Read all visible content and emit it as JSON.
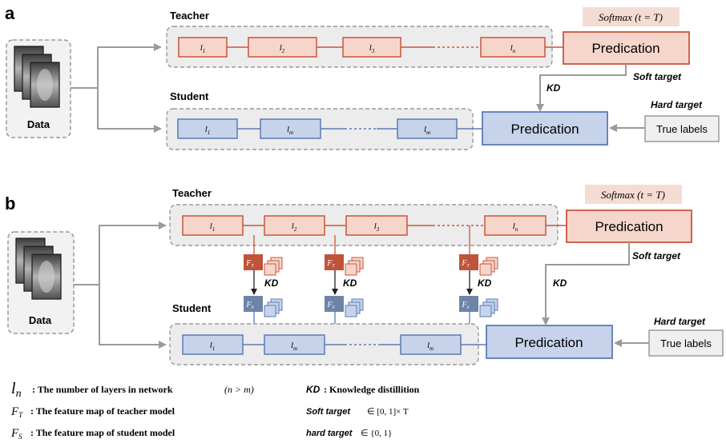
{
  "panel_a": {
    "label": "a",
    "teacher_title": "Teacher",
    "student_title": "Student",
    "data_label": "Data",
    "teacher_layers": [
      {
        "main": "l",
        "sub": "1"
      },
      {
        "main": "l",
        "sub": "2"
      },
      {
        "main": "l",
        "sub": "3"
      },
      {
        "main": "l",
        "sub": "n"
      }
    ],
    "student_layers": [
      {
        "main": "l",
        "sub": "1"
      },
      {
        "main": "l",
        "sub": "m"
      },
      {
        "main": "l",
        "sub": "m"
      }
    ],
    "softmax": "Softmax (t = T)",
    "teacher_prediction": "Predication",
    "student_prediction": "Predication",
    "soft_target": "Soft target",
    "hard_target": "Hard target",
    "kd": "KD",
    "true_labels": "True labels"
  },
  "panel_b": {
    "label": "b",
    "teacher_title": "Teacher",
    "student_title": "Student",
    "data_label": "Data",
    "teacher_layers": [
      {
        "main": "l",
        "sub": "1"
      },
      {
        "main": "l",
        "sub": "2"
      },
      {
        "main": "l",
        "sub": "3"
      },
      {
        "main": "l",
        "sub": "n"
      }
    ],
    "student_layers": [
      {
        "main": "l",
        "sub": "1"
      },
      {
        "main": "l",
        "sub": "m"
      },
      {
        "main": "l",
        "sub": "m"
      }
    ],
    "ft": {
      "main": "F",
      "sub": "T"
    },
    "fs": {
      "main": "F",
      "sub": "S"
    },
    "kd": "KD",
    "softmax": "Softmax (t = T)",
    "teacher_prediction": "Predication",
    "student_prediction": "Predication",
    "soft_target": "Soft target",
    "hard_target": "Hard target",
    "true_labels": "True labels"
  },
  "legend": {
    "ln_symbol": {
      "main": "l",
      "sub": "n"
    },
    "ln_text": ": The number of layers in network",
    "ln_cond": "(n > m)",
    "ft_symbol": {
      "main": "F",
      "sub": "T"
    },
    "ft_text": ": The feature map of teacher model",
    "fs_symbol": {
      "main": "F",
      "sub": "S"
    },
    "fs_text": ": The feature map of student model",
    "kd_key": "KD",
    "kd_text": ": Knowledge distillition",
    "soft_key": "Soft target",
    "soft_val": "∈ [0,  1]× T",
    "hard_key": "hard target",
    "hard_val": "∈ {0,  1}"
  },
  "colors": {
    "teacher_fill": "#f6d6cb",
    "teacher_stroke": "#c8553d",
    "teacher_dark": "#c0533a",
    "student_fill": "#c6d3ea",
    "student_stroke": "#5b7bb5",
    "student_dark": "#6d84a8",
    "group_fill": "#ececec",
    "group_stroke": "#999999",
    "arrow": "#9a9a9a",
    "softmax_fill": "#f5dcd2"
  }
}
